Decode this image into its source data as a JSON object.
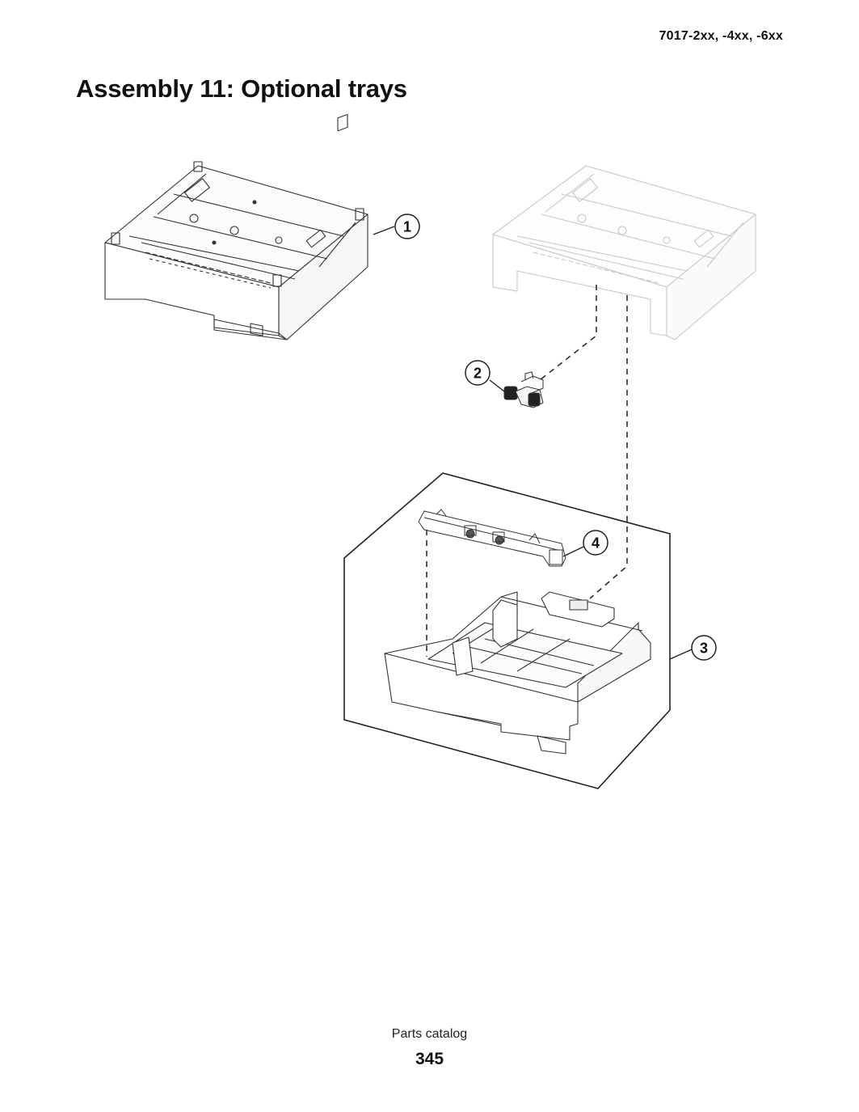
{
  "header": {
    "model": "7017-2xx, -4xx, -6xx"
  },
  "title": "Assembly 11: Optional trays",
  "callouts": [
    "1",
    "2",
    "3",
    "4"
  ],
  "footer": {
    "label": "Parts catalog",
    "page_number": "345"
  }
}
